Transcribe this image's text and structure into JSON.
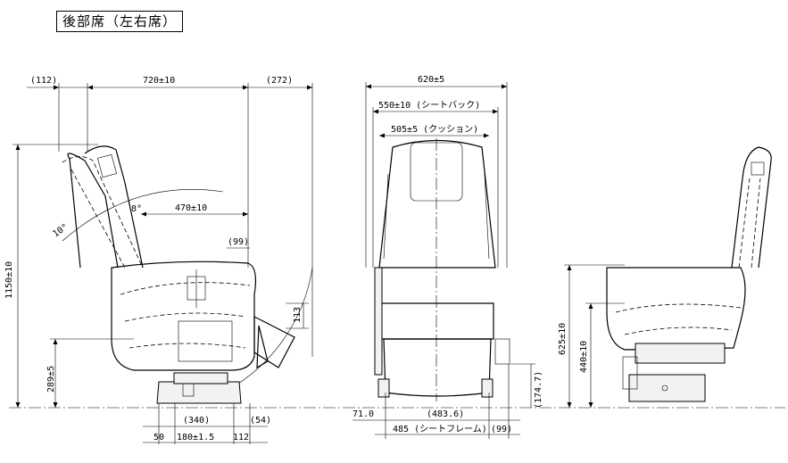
{
  "title": "後部席（左右席）",
  "side_view": {
    "dim_rear_offset": "(112)",
    "dim_length": "720±10",
    "dim_front_offset": "(272)",
    "dim_cushion_depth": "470±10",
    "dim_recline_angle": "10°",
    "dim_angle_small": "8°",
    "dim_99": "(99)",
    "dim_113": "113",
    "dim_height": "1150±10",
    "dim_seat_base": "289±5",
    "dim_340": "(340)",
    "dim_54": "(54)",
    "dim_50": "50",
    "dim_180": "180±1.5",
    "dim_112b": "112"
  },
  "front_view": {
    "dim_total_width": "620±5",
    "dim_seatback": "550±10 (シートバック)",
    "dim_cushion": "505±5 (クッション)",
    "dim_710": "71.0",
    "dim_4836": "(483.6)",
    "dim_frame": "485 (シートフレーム)",
    "dim_99": "(99)",
    "dim_1747": "(174.7)"
  },
  "right_view": {
    "dim_625": "625±10",
    "dim_440": "440±10"
  }
}
